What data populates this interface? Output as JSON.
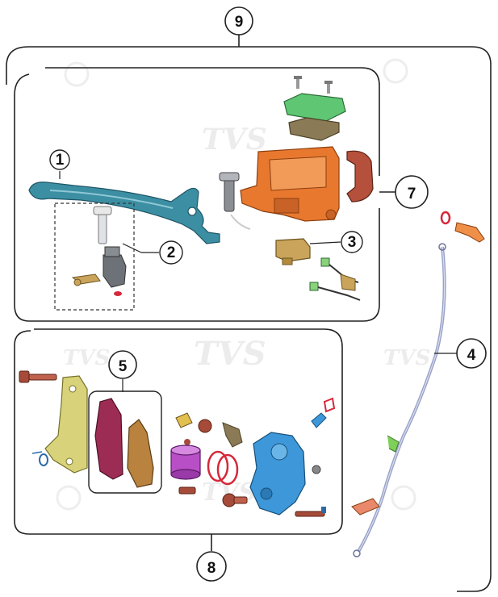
{
  "watermark": {
    "brand": "TVS"
  },
  "callouts": {
    "c1": "1",
    "c2": "2",
    "c3": "3",
    "c4": "4",
    "c5": "5",
    "c7": "7",
    "c8": "8",
    "c9": "9"
  },
  "colors": {
    "lever": "#3c8fa3",
    "master_cylinder": "#e9782f",
    "reservoir_cap": "#5fc773",
    "diaphragm": "#8a7a55",
    "clamp": "#b5503c",
    "switch": "#c9a45a",
    "caliper": "#3d97d8",
    "bracket": "#d8d27a",
    "pad": "#9c2c54",
    "shim": "#b9823f",
    "piston": "#b94fc6",
    "seal": "#d6283a",
    "hose": "#9aa3c7",
    "bolt_orange": "#ef8f48",
    "bolt_red": "#a64b3a",
    "frame": "#222222"
  }
}
